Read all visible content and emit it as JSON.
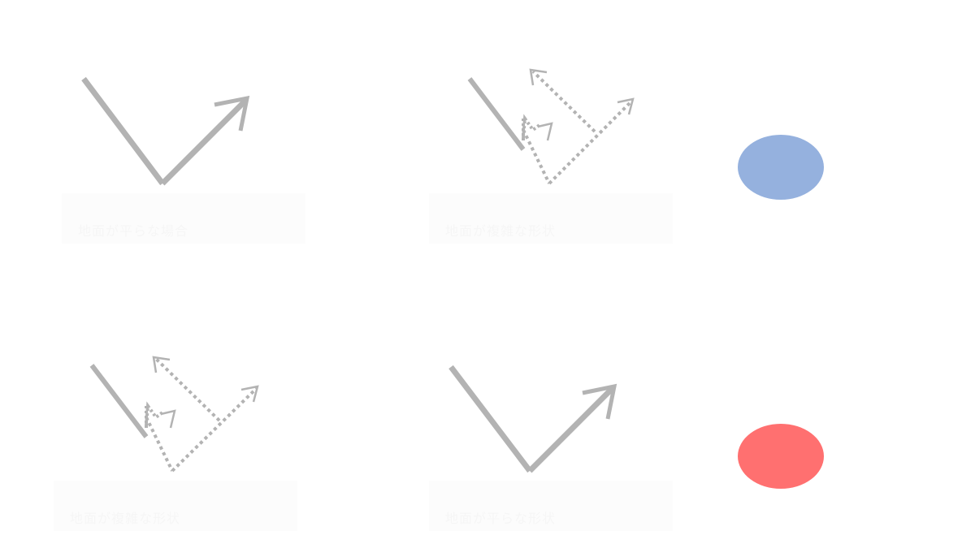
{
  "panels": [
    {
      "id": "tl",
      "label": "地面が平らな場合"
    },
    {
      "id": "tr",
      "label": "地面が複雑な形状"
    },
    {
      "id": "bl",
      "label": "地面が複雑な形状"
    },
    {
      "id": "br",
      "label": "地面が平らな形状"
    }
  ],
  "colors": {
    "stroke": "#b3b3b3",
    "panel_bg": "#fcfcfc",
    "legend_blue": "#95b1de",
    "legend_red": "#ff7070"
  },
  "legend": [
    {
      "name": "blue-dot",
      "color": "#95b1de"
    },
    {
      "name": "red-dot",
      "color": "#ff7070"
    }
  ]
}
